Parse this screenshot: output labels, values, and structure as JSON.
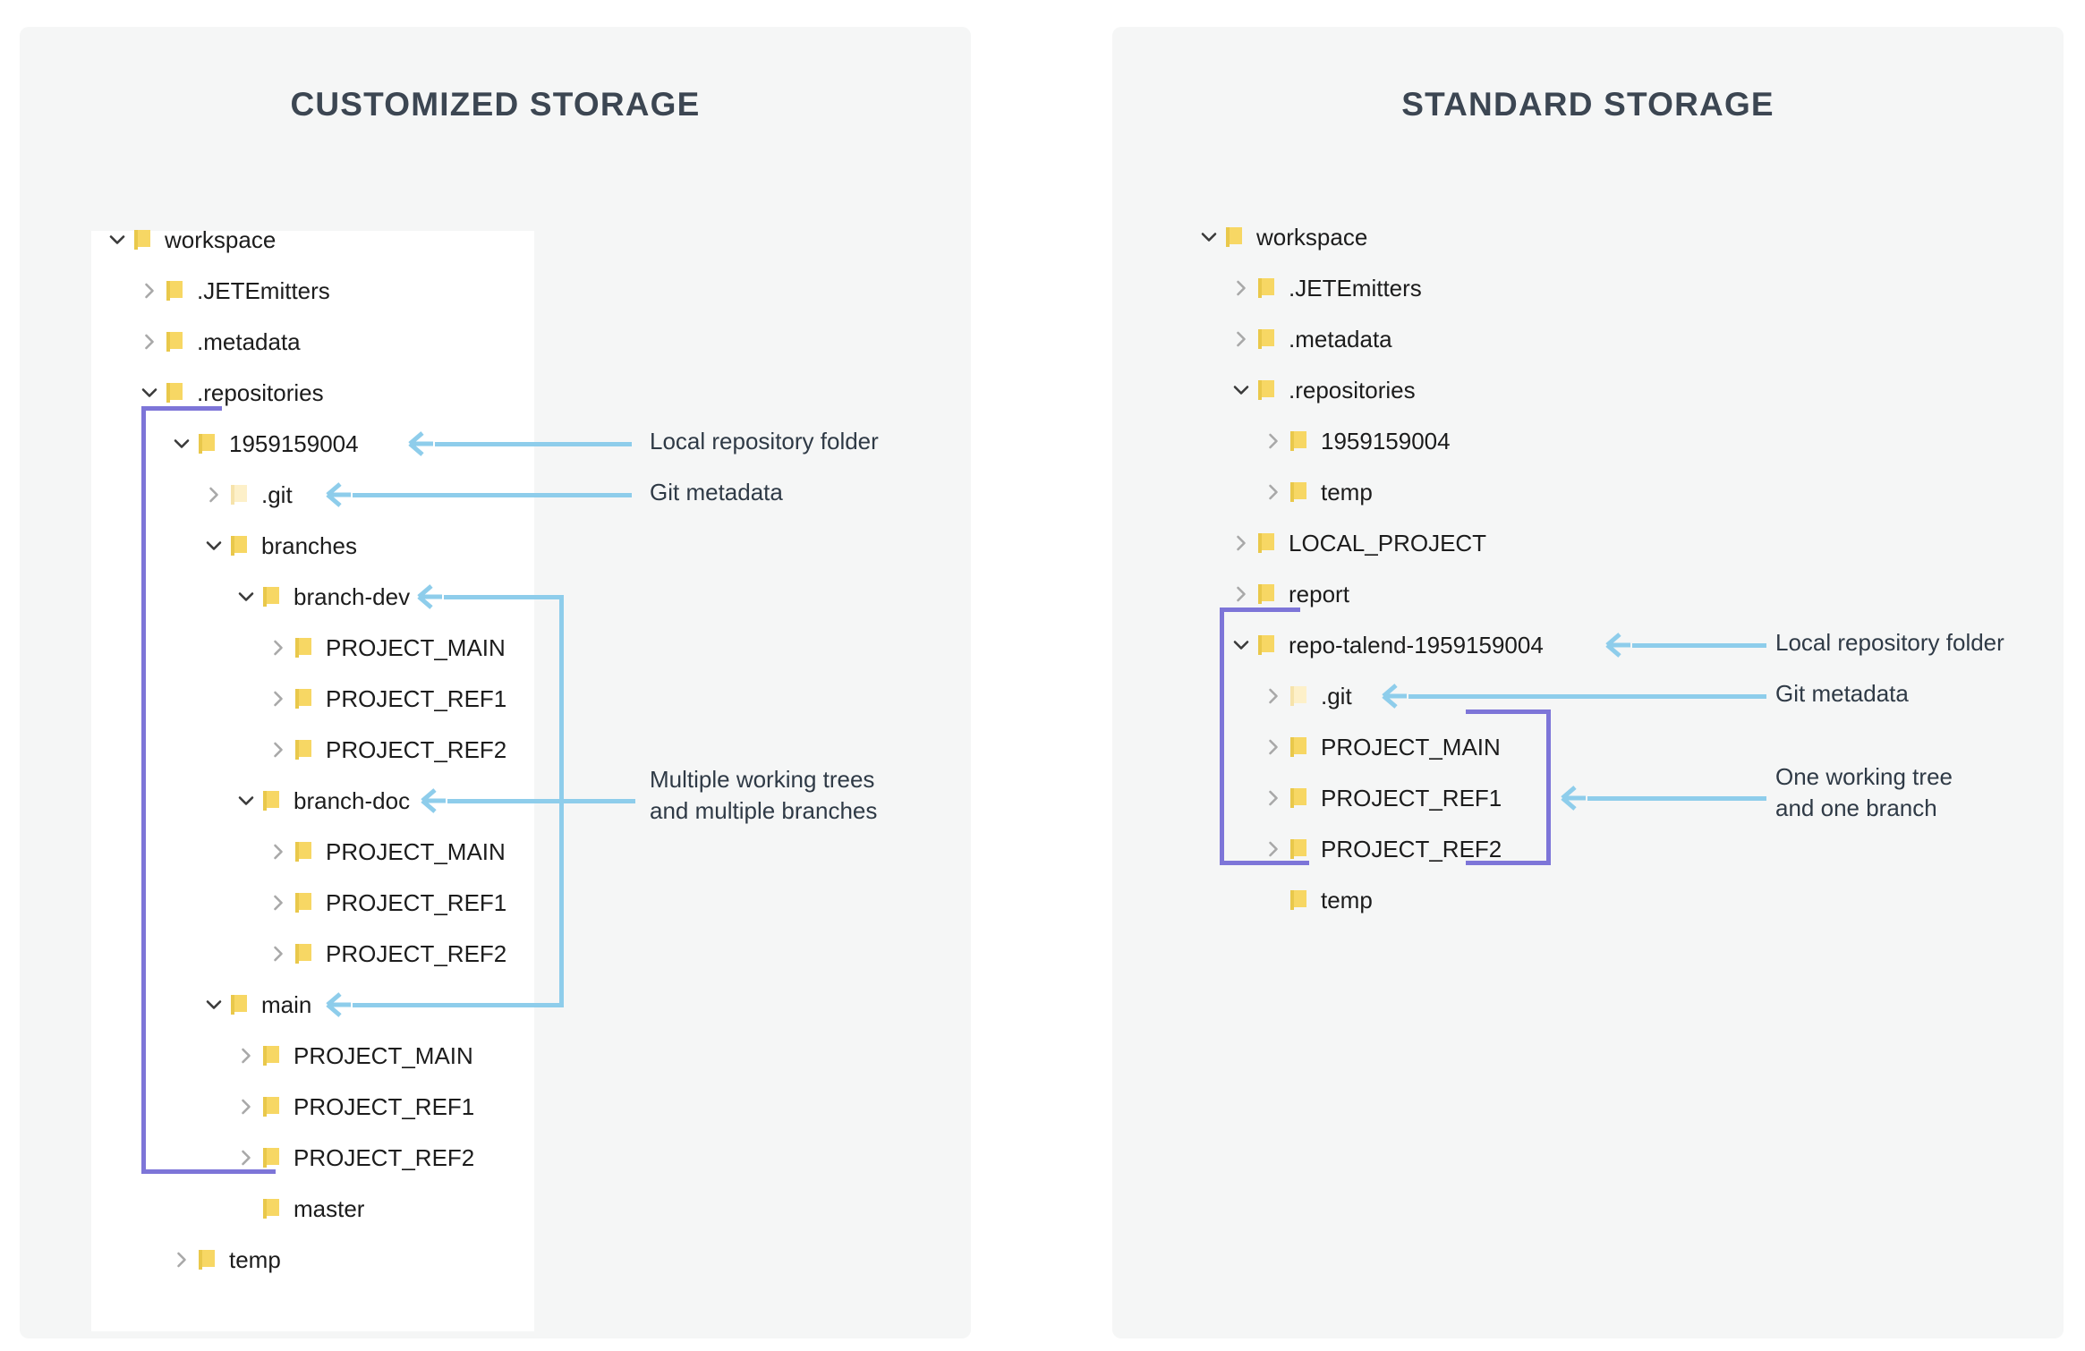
{
  "panels": [
    {
      "id": "customized",
      "title": "CUSTOMIZED STORAGE",
      "tree": [
        {
          "label": "workspace",
          "depth": 0,
          "state": "expanded",
          "icon": "folder-icon"
        },
        {
          "label": ".JETEmitters",
          "depth": 1,
          "state": "collapsed",
          "icon": "folder-icon"
        },
        {
          "label": ".metadata",
          "depth": 1,
          "state": "collapsed",
          "icon": "folder-icon"
        },
        {
          "label": ".repositories",
          "depth": 1,
          "state": "expanded",
          "icon": "folder-icon"
        },
        {
          "label": "1959159004",
          "depth": 2,
          "state": "expanded",
          "icon": "folder-icon"
        },
        {
          "label": ".git",
          "depth": 3,
          "state": "collapsed",
          "icon": "folder-pale-icon"
        },
        {
          "label": "branches",
          "depth": 3,
          "state": "expanded",
          "icon": "folder-icon"
        },
        {
          "label": "branch-dev",
          "depth": 4,
          "state": "expanded",
          "icon": "folder-icon"
        },
        {
          "label": "PROJECT_MAIN",
          "depth": 5,
          "state": "collapsed",
          "icon": "folder-icon"
        },
        {
          "label": "PROJECT_REF1",
          "depth": 5,
          "state": "collapsed",
          "icon": "folder-icon"
        },
        {
          "label": "PROJECT_REF2",
          "depth": 5,
          "state": "collapsed",
          "icon": "folder-icon"
        },
        {
          "label": "branch-doc",
          "depth": 4,
          "state": "expanded",
          "icon": "folder-icon"
        },
        {
          "label": "PROJECT_MAIN",
          "depth": 5,
          "state": "collapsed",
          "icon": "folder-icon"
        },
        {
          "label": "PROJECT_REF1",
          "depth": 5,
          "state": "collapsed",
          "icon": "folder-icon"
        },
        {
          "label": "PROJECT_REF2",
          "depth": 5,
          "state": "collapsed",
          "icon": "folder-icon"
        },
        {
          "label": "main",
          "depth": 3,
          "state": "expanded",
          "icon": "folder-icon"
        },
        {
          "label": "PROJECT_MAIN",
          "depth": 4,
          "state": "collapsed",
          "icon": "folder-icon"
        },
        {
          "label": "PROJECT_REF1",
          "depth": 4,
          "state": "collapsed",
          "icon": "folder-icon"
        },
        {
          "label": "PROJECT_REF2",
          "depth": 4,
          "state": "collapsed",
          "icon": "folder-icon"
        },
        {
          "label": "master",
          "depth": 4,
          "state": "leaf",
          "icon": "folder-icon"
        },
        {
          "label": "temp",
          "depth": 2,
          "state": "collapsed",
          "icon": "folder-icon"
        }
      ],
      "annotations": [
        {
          "text": "Local repository folder"
        },
        {
          "text": "Git metadata"
        },
        {
          "text": "Multiple working trees\nand multiple branches"
        }
      ]
    },
    {
      "id": "standard",
      "title": "STANDARD STORAGE",
      "tree": [
        {
          "label": "workspace",
          "depth": 0,
          "state": "expanded",
          "icon": "folder-icon"
        },
        {
          "label": ".JETEmitters",
          "depth": 1,
          "state": "collapsed",
          "icon": "folder-icon"
        },
        {
          "label": ".metadata",
          "depth": 1,
          "state": "collapsed",
          "icon": "folder-icon"
        },
        {
          "label": ".repositories",
          "depth": 1,
          "state": "expanded",
          "icon": "folder-icon"
        },
        {
          "label": "1959159004",
          "depth": 2,
          "state": "collapsed",
          "icon": "folder-icon"
        },
        {
          "label": "temp",
          "depth": 2,
          "state": "collapsed",
          "icon": "folder-icon"
        },
        {
          "label": "LOCAL_PROJECT",
          "depth": 1,
          "state": "collapsed",
          "icon": "folder-icon"
        },
        {
          "label": "report",
          "depth": 1,
          "state": "collapsed",
          "icon": "folder-icon"
        },
        {
          "label": "repo-talend-1959159004",
          "depth": 1,
          "state": "expanded",
          "icon": "folder-icon"
        },
        {
          "label": ".git",
          "depth": 2,
          "state": "collapsed",
          "icon": "folder-pale-icon"
        },
        {
          "label": "PROJECT_MAIN",
          "depth": 2,
          "state": "collapsed",
          "icon": "folder-icon"
        },
        {
          "label": "PROJECT_REF1",
          "depth": 2,
          "state": "collapsed",
          "icon": "folder-icon"
        },
        {
          "label": "PROJECT_REF2",
          "depth": 2,
          "state": "collapsed",
          "icon": "folder-icon"
        },
        {
          "label": "temp",
          "depth": 2,
          "state": "leaf",
          "icon": "folder-icon"
        }
      ],
      "annotations": [
        {
          "text": "Local repository folder"
        },
        {
          "text": "Git metadata"
        },
        {
          "text": "One working tree\nand one branch"
        }
      ]
    }
  ],
  "colors": {
    "panel_bg": "#f5f6f6",
    "card_bg": "#ffffff",
    "title": "#3c4652",
    "bracket_purple": "#7d75d8",
    "connector_blue": "#8ecdeb",
    "folder_yellow": "#f6d45c",
    "label_text": "#1c1c1c",
    "note_text": "#2f3a46"
  }
}
